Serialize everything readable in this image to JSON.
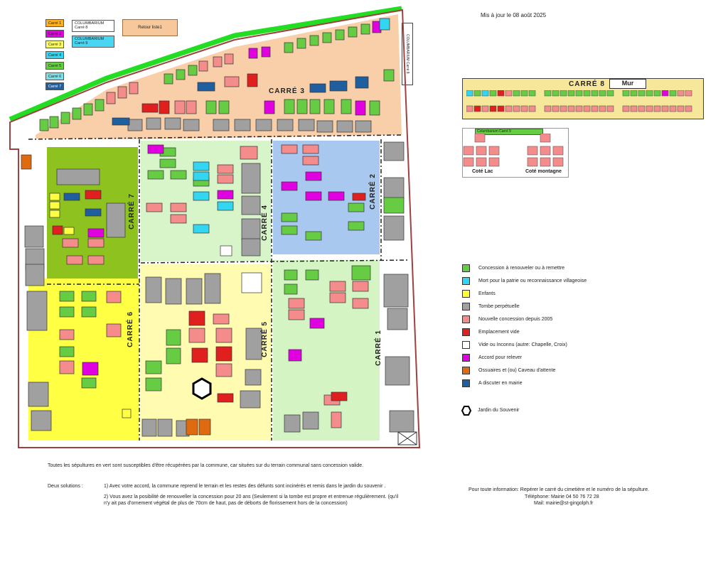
{
  "header": {
    "updated": "Mis à jour le 08 août 2025"
  },
  "top_legend": {
    "carre1": "Carré 1",
    "carre2": "Carré 2",
    "carre3": "Carré 3",
    "carre4": "Carré 4",
    "carre5": "Carré 5",
    "carre6": "Carré 6",
    "carre7": "Carré 7",
    "col8_line1": "COLUMBARIUM",
    "col8_line2": "Carré 8",
    "col9_line1": "COLUMBARIUM",
    "col9_line2": "Carré 9",
    "retour": "Retour liste1"
  },
  "columbarium_vertical": "COLUMBARIUM Carré 8",
  "zones": {
    "carre1": "CARRÉ 1",
    "carre2": "CARRÉ 2",
    "carre3": "CARRÉ 3",
    "carre4": "CARRÉ 4",
    "carre5": "CARRÉ 5",
    "carre6": "CARRÉ 6",
    "carre7": "CARRÉ 7",
    "carre8": "CARRÉ 8"
  },
  "carre8_panel": {
    "mur": "Mur"
  },
  "carre9_panel": {
    "title": "Columbarium Carré 9",
    "lac": "Coté Lac",
    "montagne": "Coté montagne"
  },
  "legend": [
    {
      "label": "Concession à renouveler ou à remettre",
      "color": "#66cc44"
    },
    {
      "label": "Mort pour la patrie ou reconnaissance villageoise",
      "color": "#33d6f0"
    },
    {
      "label": "Enfants",
      "color": "#ffff33"
    },
    {
      "label": "Tombe perpétuelle",
      "color": "#a0a0a0"
    },
    {
      "label": "Nouvelle concession depuis 2005",
      "color": "#f58c8c"
    },
    {
      "label": "Emplacement vide",
      "color": "#e01f1f"
    },
    {
      "label": "Vide ou Inconnu (autre: Chapelle, Croix)",
      "color": "#ffffff"
    },
    {
      "label": "Accord pour relever",
      "color": "#e000e0"
    },
    {
      "label": "Ossuaires et (ou) Caveau d'attente",
      "color": "#e06a10"
    },
    {
      "label": "A discuter en mairie",
      "color": "#1f5fa0"
    }
  ],
  "jardin": "Jardin du Souvenir",
  "footer": {
    "line1": "Toutes les sépultures en vert sont susceptibles d'être récupérées par la commune, car situées sur du terrain communal sans concession valide.",
    "solutions": "Deux solutions :",
    "sol1": "1) Avec votre accord, la commune reprend le terrain et les restes des défunts sont incinérés et remis dans le jardin du souvenir .",
    "sol2a": "2) Vous avez la posibilité de renouveller la concession pour 20 ans (Seulement si la tombe est propre et entrenue régulièrement. (qu'il",
    "sol2b": "n'y ait pas d'ornement végétal de plus de 70cm de haut, pas de déborts de florissement hors de la concession)",
    "info1": "Pour toute information: Repérer le carré du cimetière et le numéro de la sépulture.",
    "info2": "Téléphone: Mairie 04 50 76 72 28",
    "info3": "Mail: mairie@st-gingolph.fr"
  }
}
